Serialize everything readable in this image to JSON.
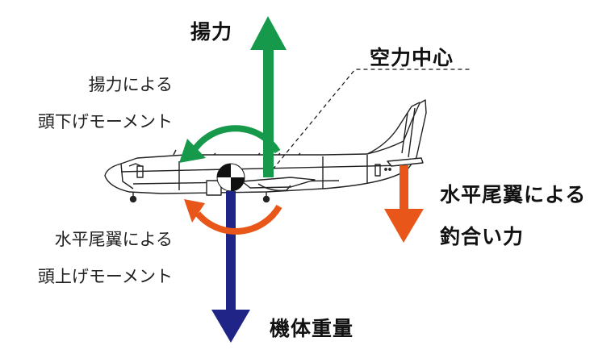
{
  "labels": {
    "lift": "揚力",
    "aerodynamic_center": "空力中心",
    "lift_moment_line1": "揚力による",
    "lift_moment_line2": "頭下げモーメント",
    "tail_moment_line1": "水平尾翼による",
    "tail_moment_line2": "頭上げモーメント",
    "tail_force_line1": "水平尾翼による",
    "tail_force_line2": "釣合い力",
    "weight": "機体重量"
  },
  "colors": {
    "lift": "#16994a",
    "tail_force": "#e8561a",
    "weight": "#1f2486",
    "text": "#111111"
  },
  "aircraft": {
    "type": "side-view jet aircraft line drawing"
  }
}
